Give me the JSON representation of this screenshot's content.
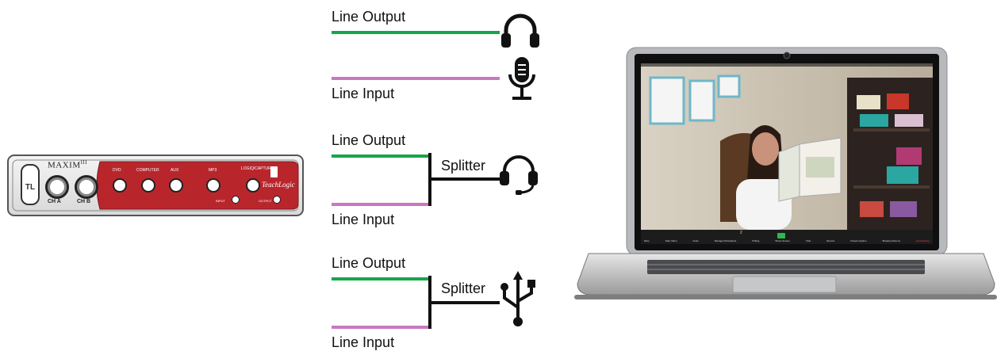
{
  "device": {
    "brand": "TeachLogic",
    "model_prefix": "MAXIM",
    "model_suffix": "III",
    "ch_a": "CH A",
    "ch_b": "CH B",
    "knobs": [
      "DVD",
      "COMPUTER",
      "AUX",
      "MP3",
      "LOGIQ/CAPTURE"
    ],
    "input": "INPUT",
    "output": "OUTPUT",
    "brand_color": "#b8262c"
  },
  "connections": [
    {
      "top_label": "Line Output",
      "device_icon": "headphones-icon"
    },
    {
      "bottom_label": "Line Input",
      "device_icon": "microphone-icon"
    },
    {
      "top_label": "Line Output",
      "bottom_label": "Line Input",
      "splitter_label": "Splitter",
      "device_icon": "headset-icon"
    },
    {
      "top_label": "Line Output",
      "bottom_label": "Line Input",
      "splitter_label": "Splitter",
      "device_icon": "usb-icon"
    }
  ],
  "colors": {
    "line_output": "#16a64a",
    "line_input": "#c878c0",
    "wire": "#111111"
  },
  "laptop": {
    "screen_image": "video-call-teacher-reading-book",
    "toolbar_items": [
      "Mute",
      "Start Video",
      "Invite",
      "Manage Participants",
      "Polling",
      "Share Screen",
      "Chat",
      "Record",
      "Closed Caption",
      "Breakout Rooms",
      "End Meeting"
    ],
    "participant_count": "2"
  }
}
